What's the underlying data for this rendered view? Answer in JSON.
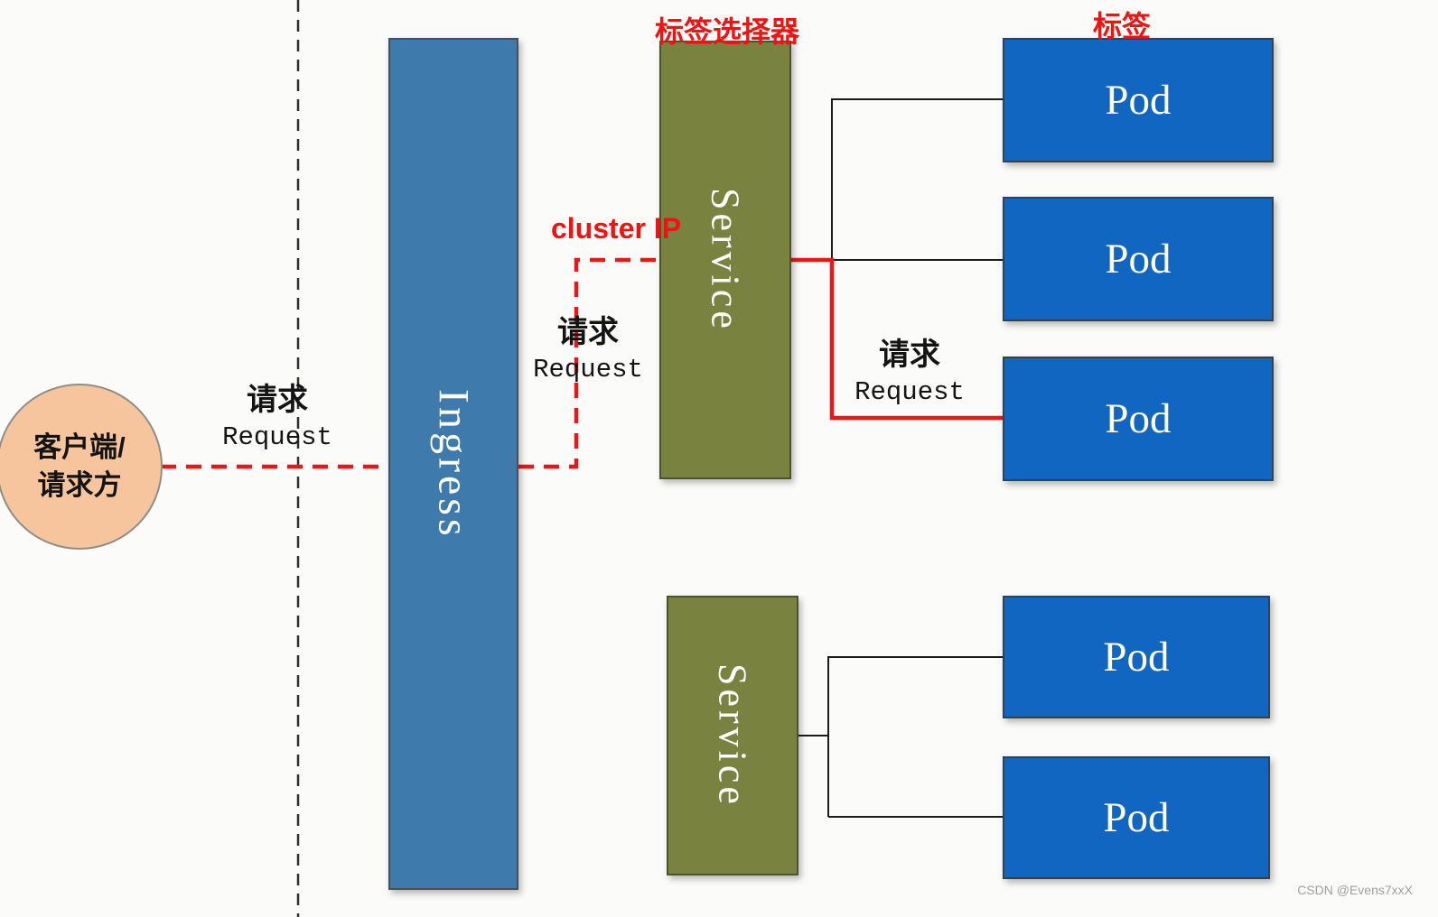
{
  "colors": {
    "background": "#fbfbfa",
    "client_fill": "#f6c49d",
    "client_border": "#8e8e88",
    "ingress_fill": "#3e7aab",
    "ingress_border": "#47505a",
    "service_fill": "#7a8240",
    "service_border": "#4c522a",
    "pod_fill": "#1066c0",
    "pod_border": "#33404d",
    "node_text": "#ffffff",
    "line_red": "#ea1717",
    "line_black": "#1c1c1c",
    "annotation_red": "#f21212",
    "watermark_gray": "#a0a0a0"
  },
  "client": {
    "line1": "客户端/",
    "line2": "请求方"
  },
  "nodes": {
    "ingress": "Ingress",
    "service_top": "Service",
    "service_bottom": "Service",
    "pods_top": [
      "Pod",
      "Pod",
      "Pod"
    ],
    "pods_bottom": [
      "Pod",
      "Pod"
    ]
  },
  "annotations": {
    "request_zh": "请求",
    "request_en": "Request",
    "cluster_ip": "cluster IP",
    "label_selector": "标签选择器",
    "label_tag": "标签"
  },
  "watermark": "CSDN @Evens7xxX"
}
